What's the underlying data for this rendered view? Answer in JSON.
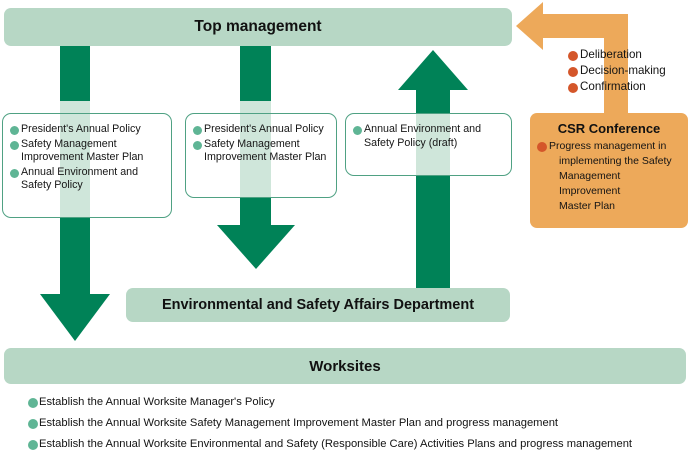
{
  "colors": {
    "green_solid": "#008257",
    "green_pale": "#b7d7c5",
    "green_veil": "#cfe6da",
    "green_bullet": "#5fb595",
    "box_border": "#4fa183",
    "orange_panel": "#eda95a",
    "orange_bullet": "#d4562a",
    "text": "#141414",
    "background": "#ffffff"
  },
  "bands": {
    "top_management": "Top management",
    "department": "Environmental and Safety Affairs Department",
    "worksites": "Worksites"
  },
  "boxes": [
    {
      "name": "top-management-outputs",
      "items": [
        "President's  Annual Policy",
        "Safety Management Improvement Master Plan",
        "Annual Environment and Safety Policy"
      ]
    },
    {
      "name": "department-inputs",
      "items": [
        "President's Annual Policy",
        "Safety Management Improvement Master Plan"
      ]
    },
    {
      "name": "draft-policy",
      "items": [
        "Annual Environment and Safety Policy (draft)"
      ]
    }
  ],
  "decision_list": {
    "items": [
      "Deliberation",
      "Decision-making",
      "Confirmation"
    ]
  },
  "csr": {
    "title": "CSR Conference",
    "bullet_lines": [
      "Progress management in",
      "implementing the Safety",
      "Management Improvement",
      "Master Plan"
    ]
  },
  "worksite_items": [
    "Establish the Annual Worksite Manager's Policy",
    "Establish the Annual Worksite Safety Management Improvement Master Plan and progress management",
    "Establish the Annual Worksite Environmental and Safety (Responsible Care) Activities Plans and progress management"
  ],
  "arrows": [
    {
      "name": "arrow-top-management-to-worksites",
      "direction": "down",
      "color": "#008257"
    },
    {
      "name": "arrow-top-management-to-department",
      "direction": "down",
      "color": "#008257"
    },
    {
      "name": "arrow-draft-policy-to-top-management",
      "direction": "up",
      "color": "#008257"
    },
    {
      "name": "arrow-csr-to-top-management",
      "direction": "left-elbow",
      "color": "#eda95a"
    }
  ]
}
